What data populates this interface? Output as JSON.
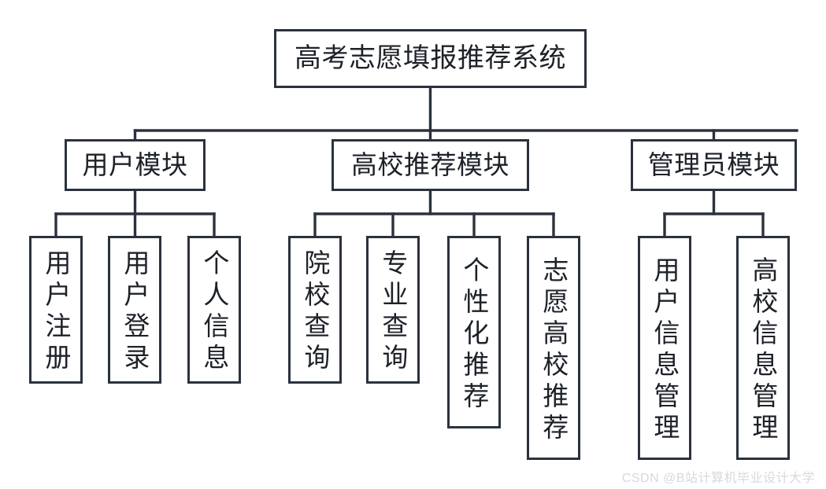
{
  "diagram": {
    "type": "tree-hierarchy",
    "orientation": "top-down",
    "stroke_color": "#2b323d",
    "text_color": "#1d2128",
    "background_color": "#ffffff",
    "root": {
      "label": "高考志愿填报推荐系统"
    },
    "modules": [
      {
        "label": "用户模块",
        "children": [
          {
            "label": "用户注册"
          },
          {
            "label": "用户登录"
          },
          {
            "label": "个人信息"
          }
        ]
      },
      {
        "label": "高校推荐模块",
        "children": [
          {
            "label": "院校查询"
          },
          {
            "label": "专业查询"
          },
          {
            "label": "个性化推荐"
          },
          {
            "label": "志愿高校推荐"
          }
        ]
      },
      {
        "label": "管理员模块",
        "children": [
          {
            "label": "用户信息管理"
          },
          {
            "label": "高校信息管理"
          }
        ]
      }
    ]
  },
  "watermark": {
    "text": "CSDN @B站计算机毕业设计大学",
    "color": "#d6d9dd"
  }
}
